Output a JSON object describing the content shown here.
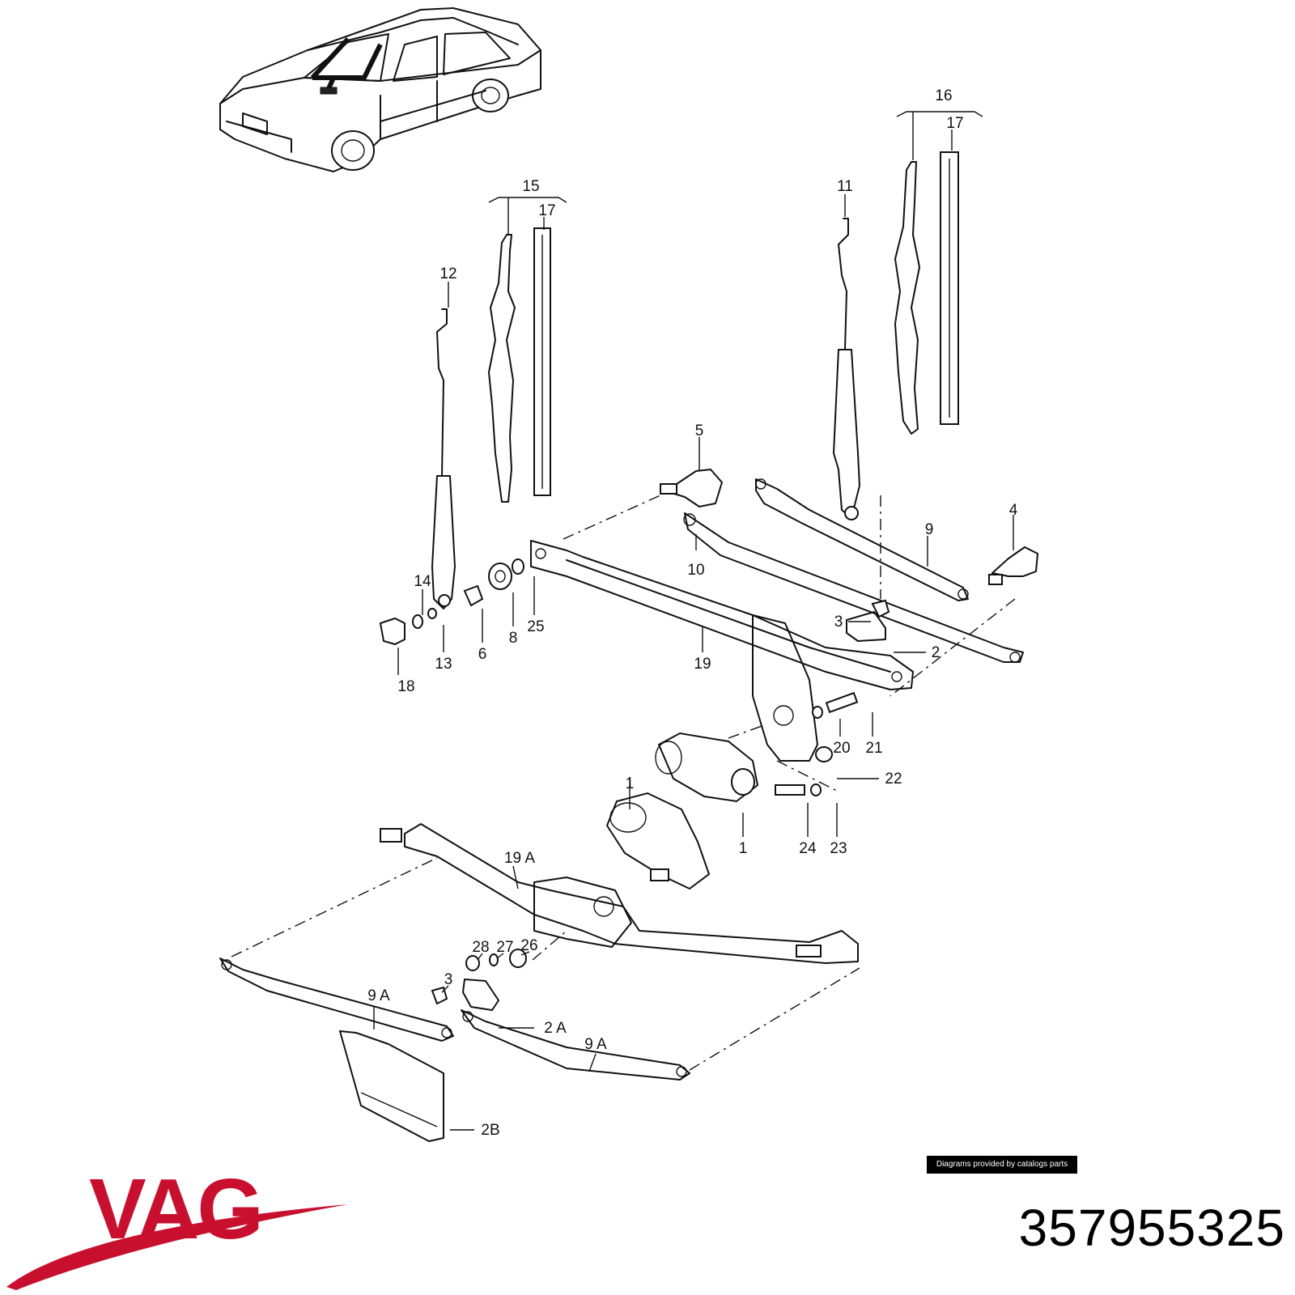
{
  "labels": {
    "l1a": "1",
    "l1b": "1",
    "l2": "2",
    "l2a": "2 A",
    "l2b": "2B",
    "l3a": "3",
    "l3b": "3",
    "l4": "4",
    "l5": "5",
    "l6": "6",
    "l8": "8",
    "l9": "9",
    "l9a1": "9 A",
    "l9a2": "9 A",
    "l10": "10",
    "l11": "11",
    "l12": "12",
    "l13": "13",
    "l14": "14",
    "l15": "15",
    "l16": "16",
    "l17a": "17",
    "l17b": "17",
    "l18": "18",
    "l19": "19",
    "l19a": "19 A",
    "l20": "20",
    "l21": "21",
    "l22": "22",
    "l23": "23",
    "l24": "24",
    "l25": "25",
    "l26": "26",
    "l27": "27",
    "l28": "28"
  },
  "credit": "Diagrams provided by catalogs parts",
  "brand": "VAG",
  "part_number": "357955325",
  "colors": {
    "brand": "#c8102e",
    "ink": "#111111"
  }
}
